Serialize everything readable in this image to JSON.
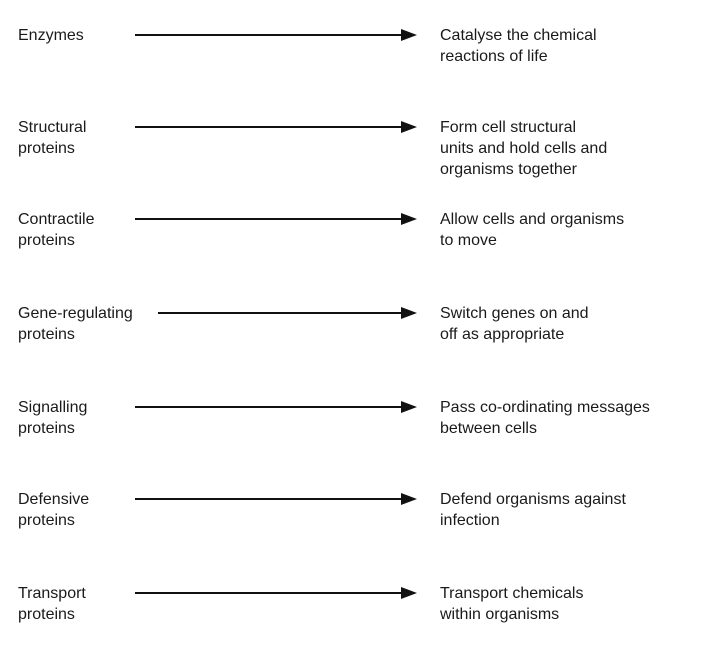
{
  "rows": [
    {
      "name": "Enzymes",
      "role": "Catalyse the chemical\nreactions of life"
    },
    {
      "name": "Structural\nproteins",
      "role": "Form cell structural\nunits and hold cells and\norganisms together"
    },
    {
      "name": "Contractile\nproteins",
      "role": "Allow cells and organisms\nto move"
    },
    {
      "name": "Gene-regulating\nproteins",
      "role": "Switch genes on and\noff as appropriate"
    },
    {
      "name": "Signalling\nproteins",
      "role": "Pass co-ordinating messages\nbetween cells"
    },
    {
      "name": "Defensive\nproteins",
      "role": "Defend organisms against\ninfection"
    },
    {
      "name": "Transport\nproteins",
      "role": "Transport chemicals\nwithin organisms"
    }
  ],
  "colors": {
    "text": "#1a1a1a",
    "arrow": "#111111"
  },
  "icons": {
    "arrow": "right-arrow-icon"
  }
}
